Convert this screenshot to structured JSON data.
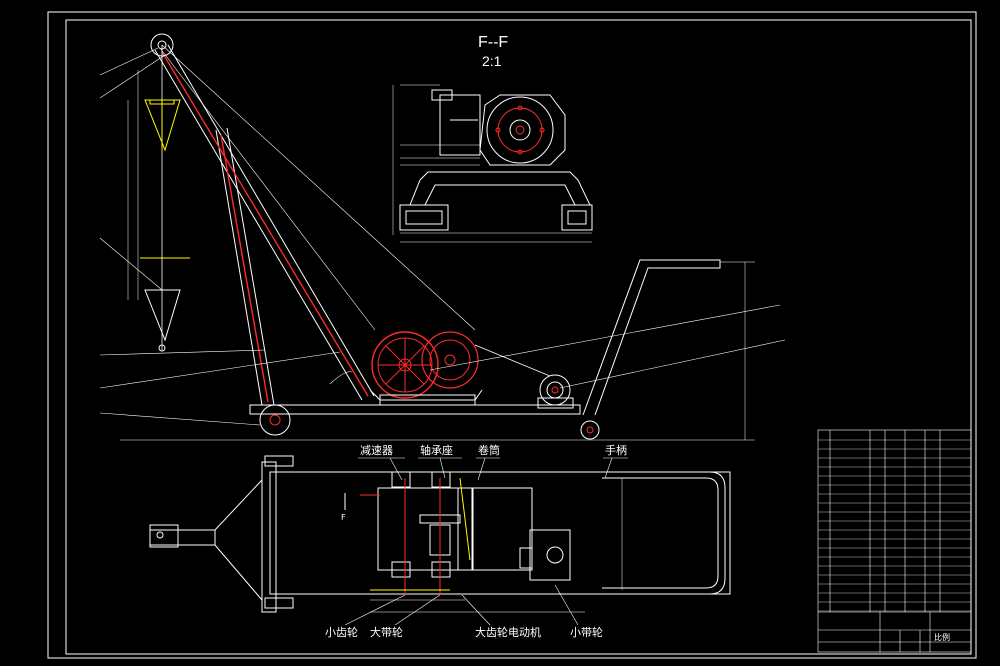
{
  "section_view": {
    "title": "F--F",
    "scale": "2:1"
  },
  "section_marker": "F",
  "callouts": {
    "reducer": "减速器",
    "bearing_seat": "轴承座",
    "drum": "卷筒",
    "handle": "手柄",
    "small_gear": "小齿轮",
    "large_gear": "大带轮",
    "motor": "大齿轮电动机",
    "small_pulley": "小带轮"
  },
  "title_block": {
    "scale": "比例"
  },
  "colors": {
    "line": "#ffffff",
    "dim": "#ffff00",
    "part": "#ff2a2a",
    "bg": "#000000"
  }
}
